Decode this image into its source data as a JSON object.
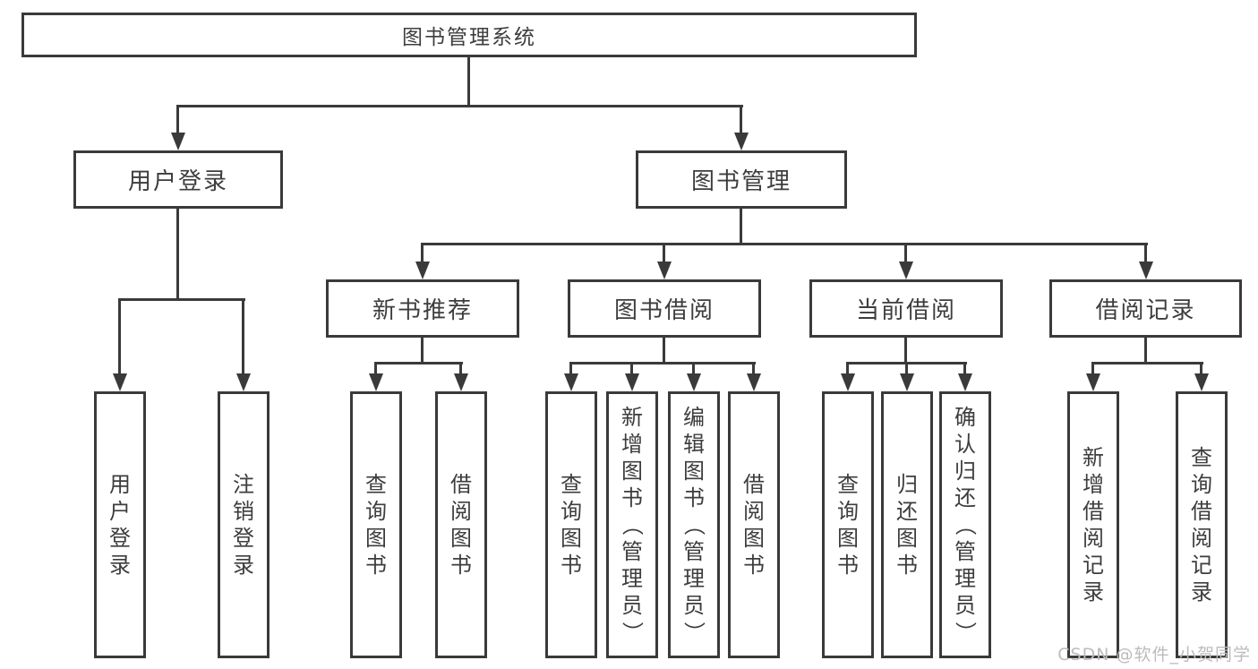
{
  "tree": {
    "label": "图书管理系统",
    "children": [
      {
        "label": "用户登录",
        "children": [
          {
            "label": "用户登录"
          },
          {
            "label": "注销登录"
          }
        ]
      },
      {
        "label": "图书管理",
        "children": [
          {
            "label": "新书推荐",
            "children": [
              {
                "label": "查询图书"
              },
              {
                "label": "借阅图书"
              }
            ]
          },
          {
            "label": "图书借阅",
            "children": [
              {
                "label": "查询图书"
              },
              {
                "label": "新增图书（管理员）"
              },
              {
                "label": "编辑图书（管理员）"
              },
              {
                "label": "借阅图书"
              }
            ]
          },
          {
            "label": "当前借阅",
            "children": [
              {
                "label": "查询图书"
              },
              {
                "label": "归还图书"
              },
              {
                "label": "确认归还（管理员）"
              }
            ]
          },
          {
            "label": "借阅记录",
            "children": [
              {
                "label": "新增借阅记录"
              },
              {
                "label": "查询借阅记录"
              }
            ]
          }
        ]
      }
    ]
  },
  "watermark": {
    "text": "CSDN @软件_小贺同学"
  },
  "colors": {
    "line": "#3a3a3a",
    "text": "#3d3d3d",
    "box_background": "#ffffff",
    "watermark": "#bcbcbe"
  }
}
